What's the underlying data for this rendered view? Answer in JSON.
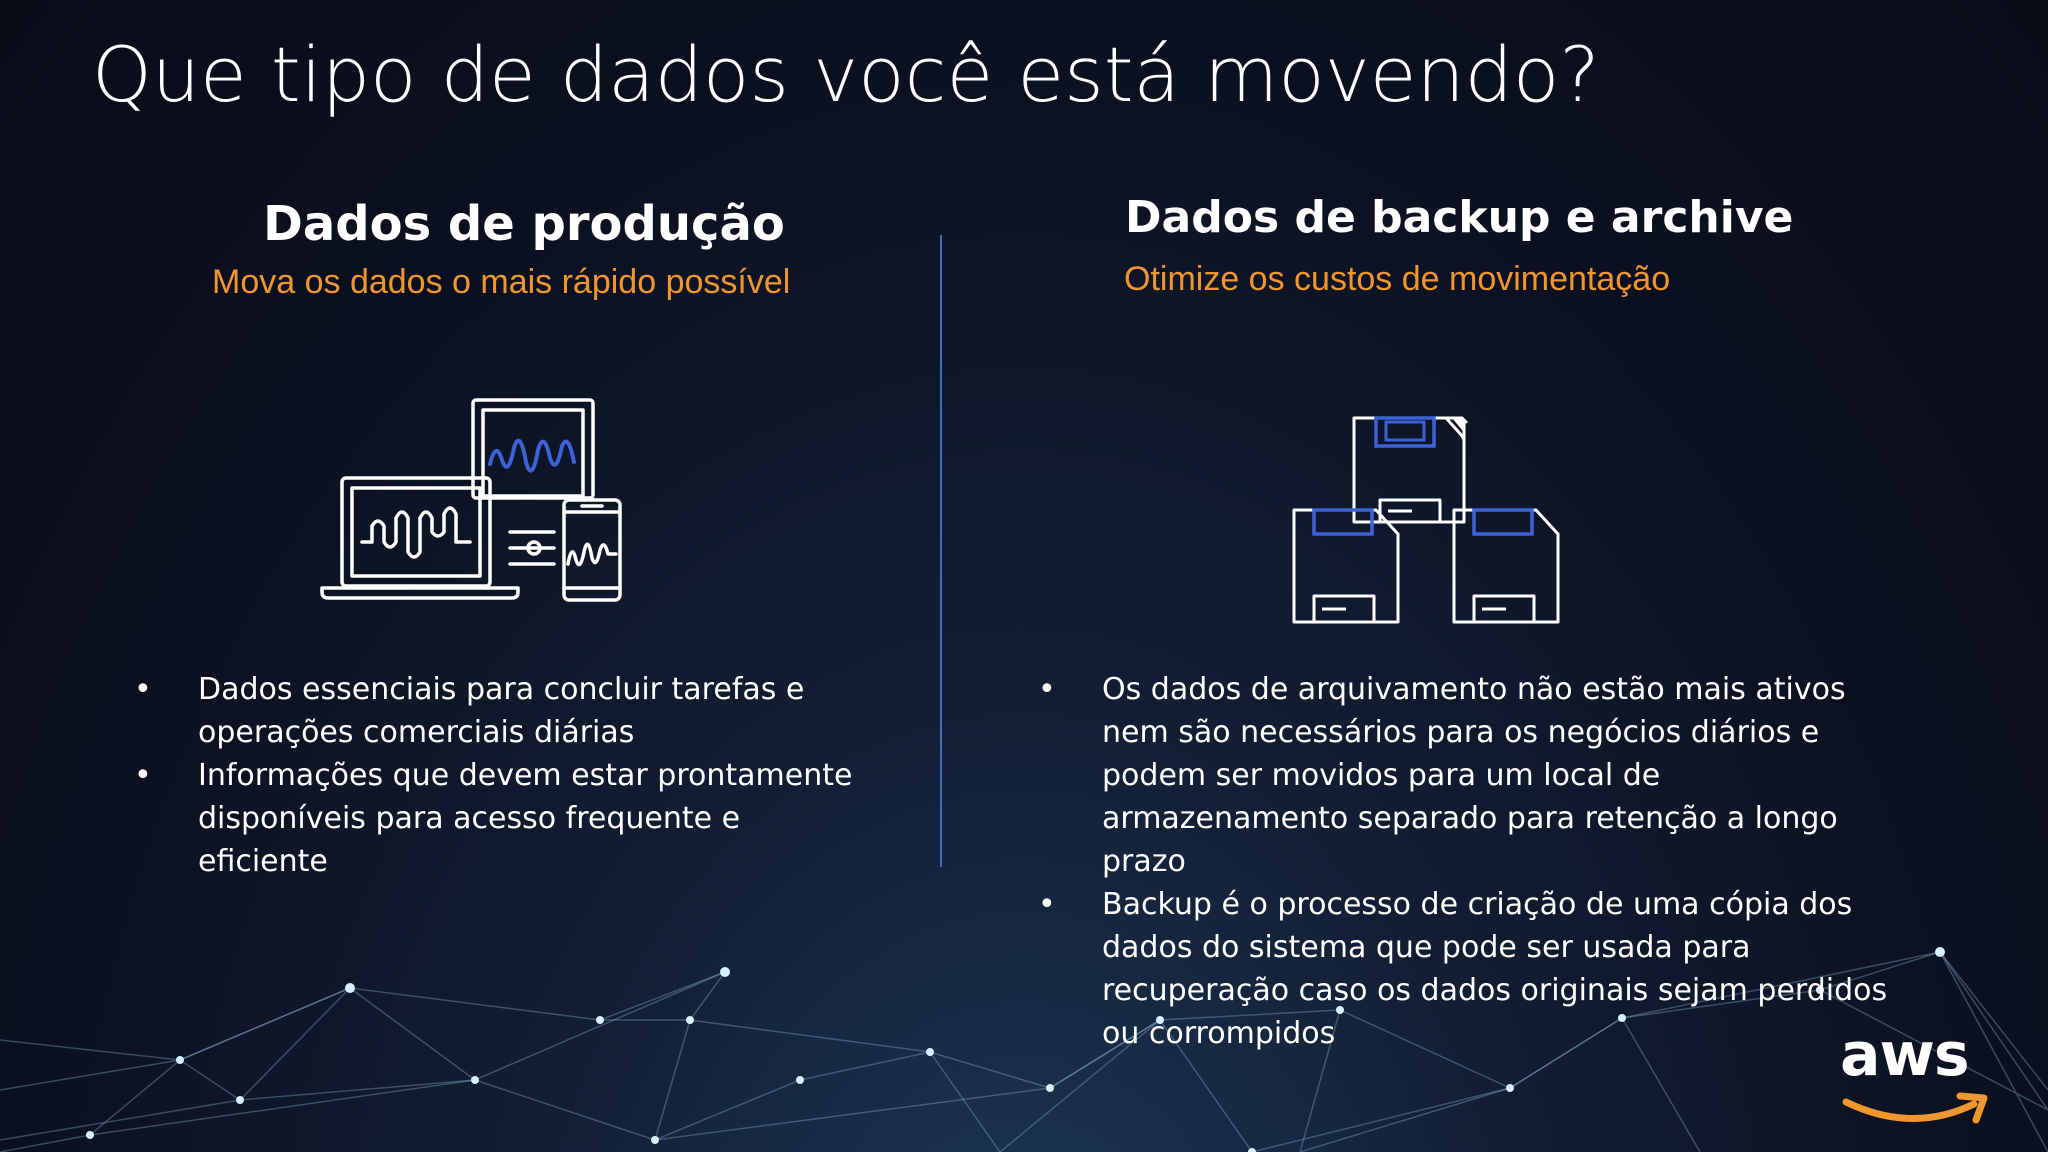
{
  "title": "Que tipo de dados você está movendo?",
  "left": {
    "heading": "Dados de produção",
    "subtitle": "Mova os dados o mais rápido possível",
    "icon": "devices-waveform-icon",
    "bullets": [
      "Dados essenciais para concluir tarefas e operações comerciais diárias",
      "Informações que devem estar prontamente disponíveis para acesso frequente e eficiente"
    ]
  },
  "right": {
    "heading": "Dados de backup e archive",
    "subtitle": "Otimize os custos de movimentação",
    "icon": "floppy-disks-icon",
    "bullets": [
      "Os dados de arquivamento não estão mais ativos nem são necessários para os negócios diários e podem ser movidos para um local de armazenamento separado para retenção a longo prazo",
      "Backup é o processo de criação de uma cópia dos dados do sistema que pode ser usada para recuperação caso os dados originais sejam perdidos ou corrompidos"
    ]
  },
  "logo": {
    "text": "aws",
    "icon": "aws-logo-icon"
  },
  "colors": {
    "accent_orange": "#f0962e",
    "divider_blue": "#3f6fb4",
    "icon_blue": "#3b62d6",
    "background": "#0b1020"
  }
}
